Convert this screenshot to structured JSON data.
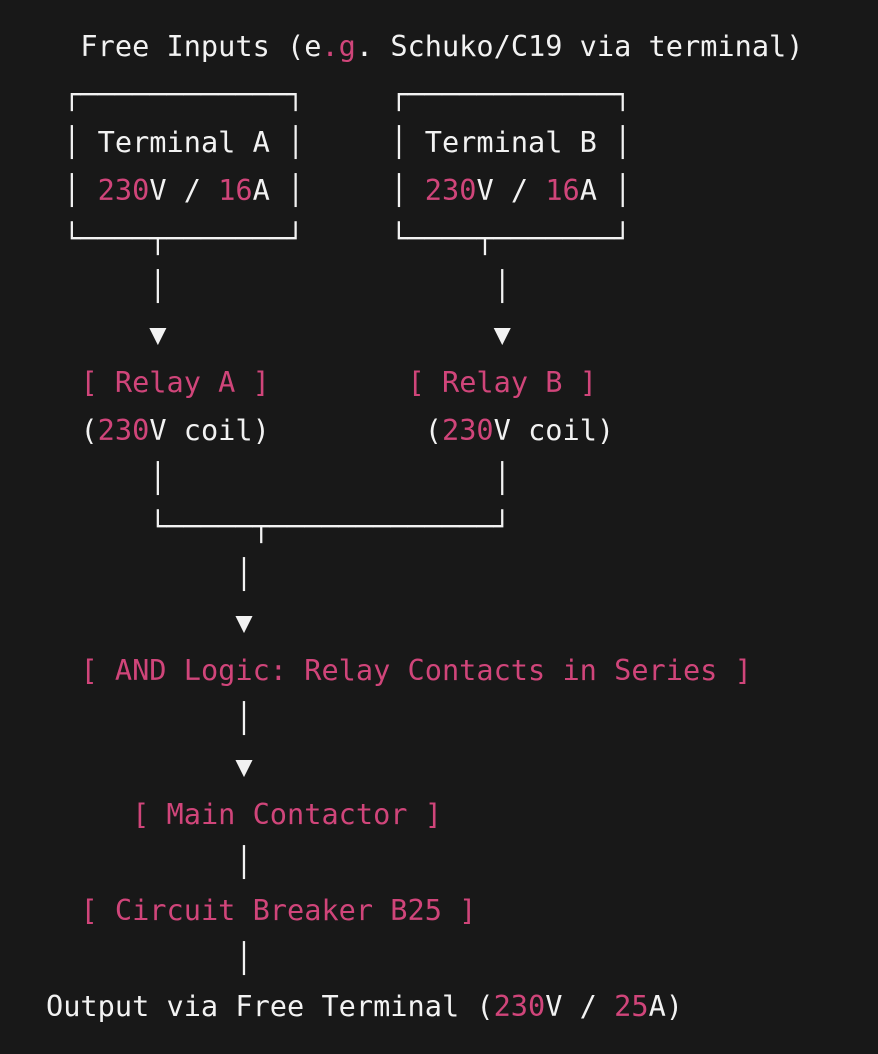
{
  "colors": {
    "background": "#181818",
    "text": "#f2f2f2",
    "accent": "#d0457a"
  },
  "diagram": {
    "header": {
      "pre": "  Free Inputs (e",
      "dot1": ".",
      "g": "g",
      "post": ". Schuko/C19 via terminal)"
    },
    "box_top": " ┌────────────┐     ┌────────────┐",
    "terminal_names": {
      "a_open": " │ ",
      "a_label": "Terminal A",
      "mid": " │     │ ",
      "b_label": "Terminal B",
      "close": " │"
    },
    "ratings": {
      "v": "230",
      "v_unit": "V / ",
      "a": "16",
      "a_unit": "A"
    },
    "box_bottom": " └────┬───────┘     └────┬───────┘",
    "pipe_row": "      │                   │",
    "arrow_row": "      ▼                   ▼",
    "relay_a": "[ Relay A ]",
    "relay_b": "[ Relay B ]",
    "coil": {
      "open": "(",
      "v": "230",
      "rest": "V coil)"
    },
    "join_row": "      └─────┬─────────────┘",
    "center_pipe": "           │",
    "center_arrow": "           ▼",
    "and_logic": "[ AND Logic: Relay Contacts in Series ]",
    "main_contactor": "[ Main Contactor ]",
    "breaker": "[ Circuit Breaker B25 ]",
    "output": {
      "pre": "Output via Free Terminal (",
      "v": "230",
      "mid": "V / ",
      "a": "25",
      "post": "A)"
    }
  }
}
